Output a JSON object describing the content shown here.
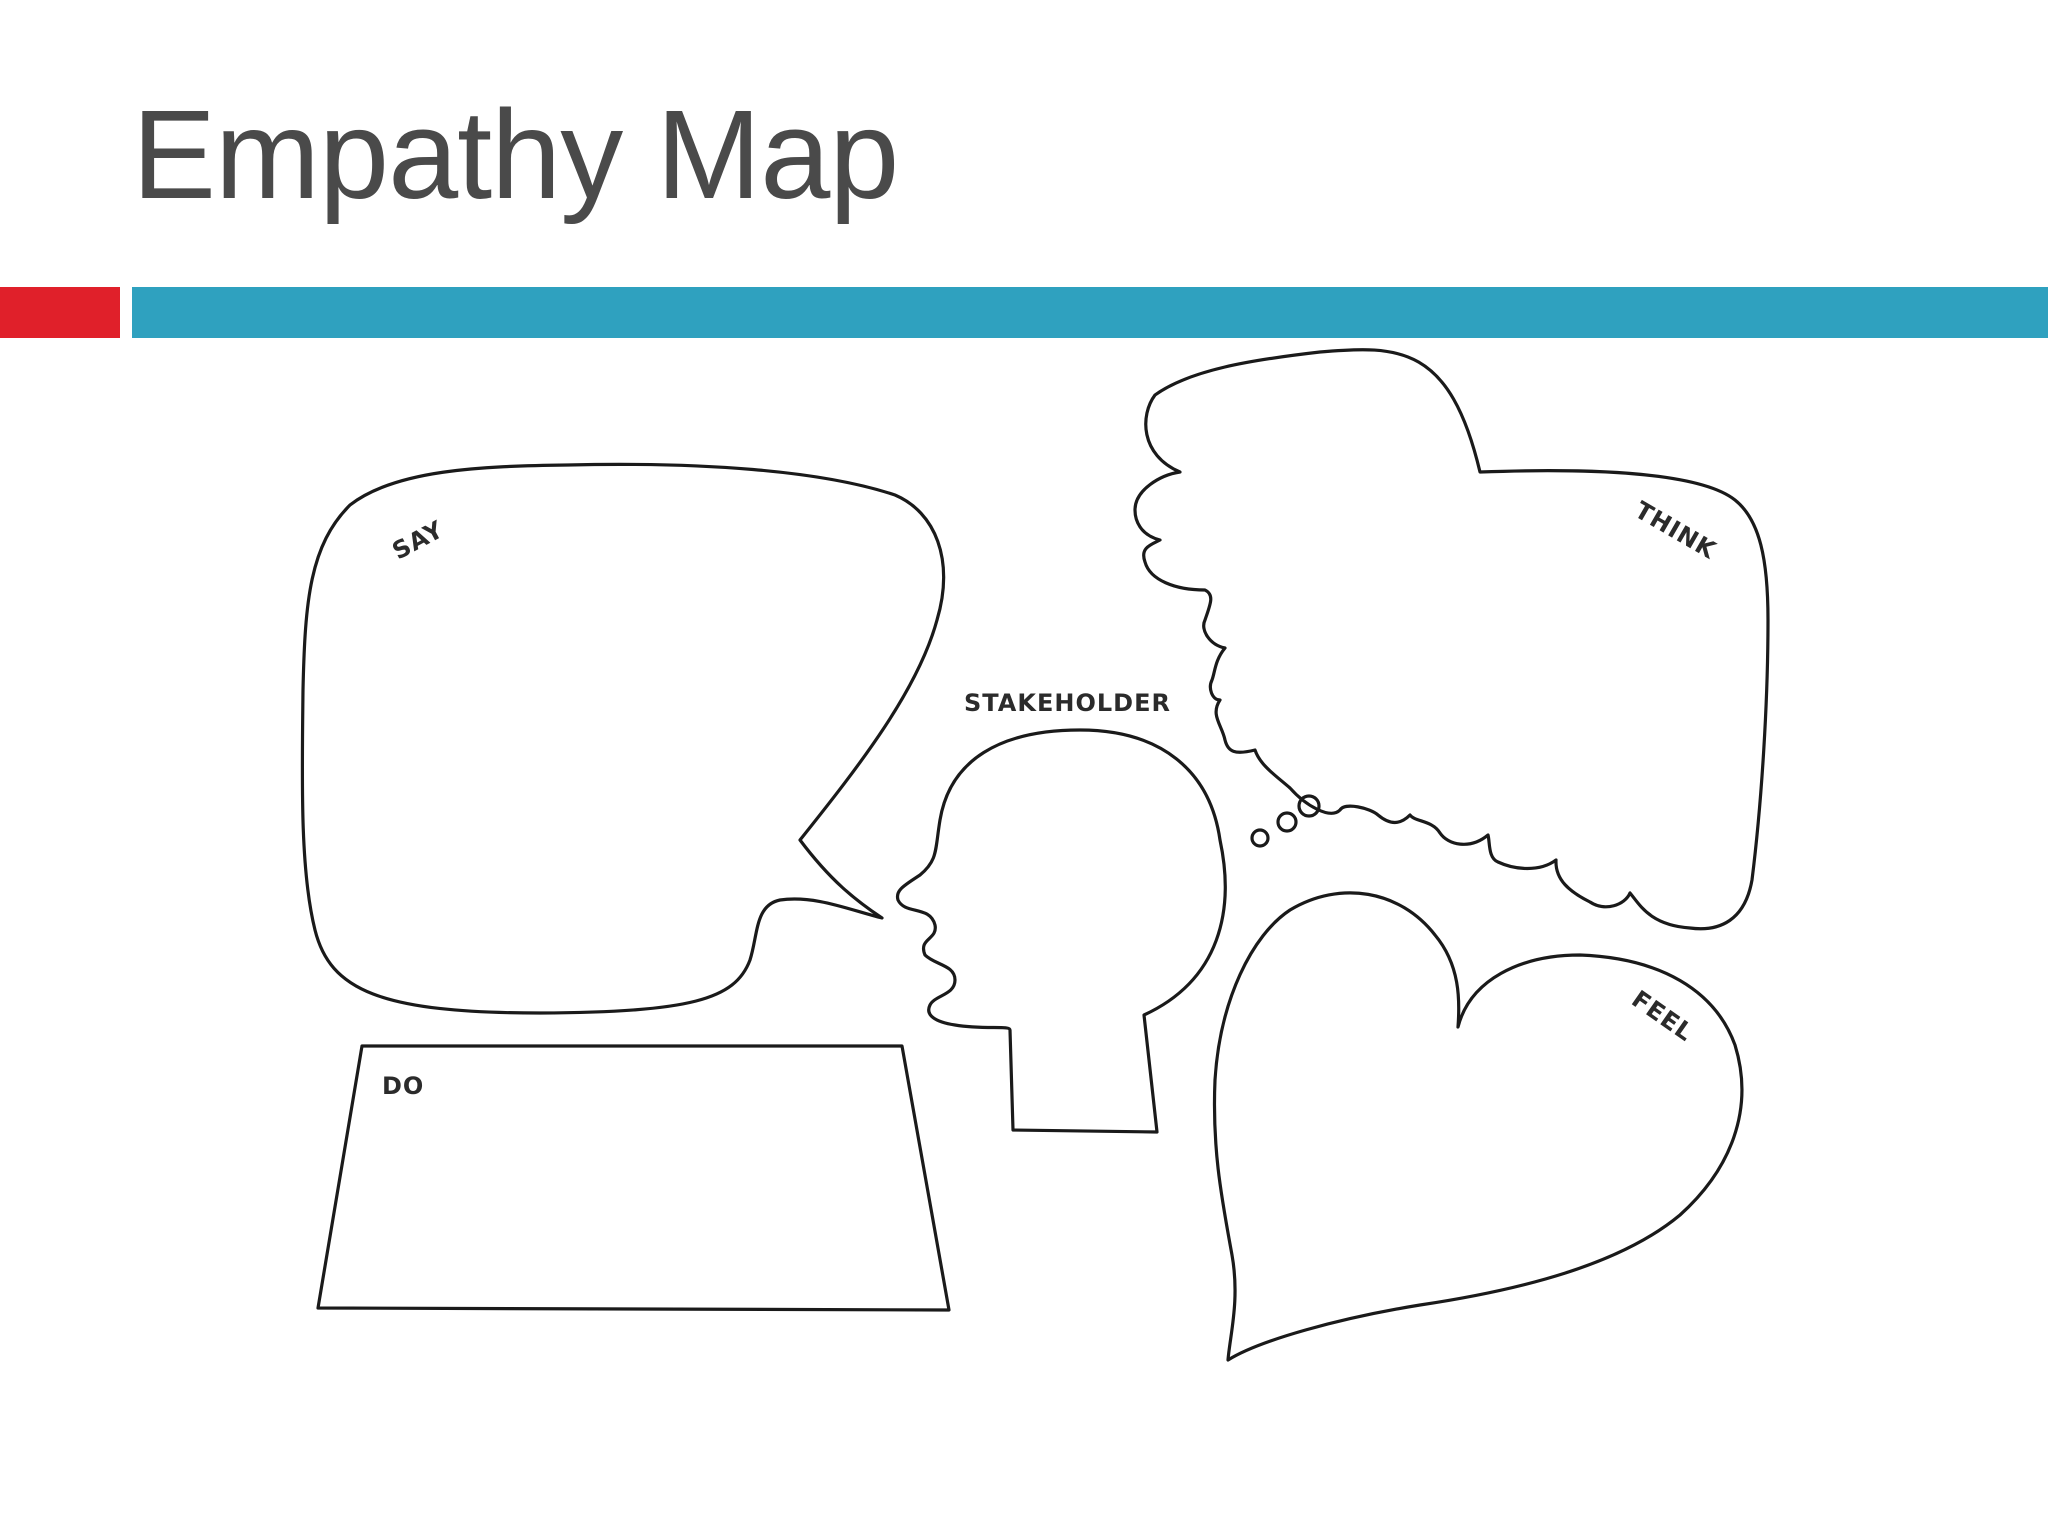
{
  "slide": {
    "title": "Empathy Map"
  },
  "colors": {
    "title_text": "#4a4a4a",
    "accent_red": "#e0202a",
    "accent_teal": "#2fa1bf",
    "outline": "#1a1a1a"
  },
  "diagram": {
    "center_label": "STAKEHOLDER",
    "quadrants": [
      {
        "id": "say",
        "label": "SAY",
        "shape": "speech-bubble"
      },
      {
        "id": "think",
        "label": "THINK",
        "shape": "thought-bubble"
      },
      {
        "id": "do",
        "label": "DO",
        "shape": "trapezoid"
      },
      {
        "id": "feel",
        "label": "FEEL",
        "shape": "heart"
      }
    ]
  }
}
